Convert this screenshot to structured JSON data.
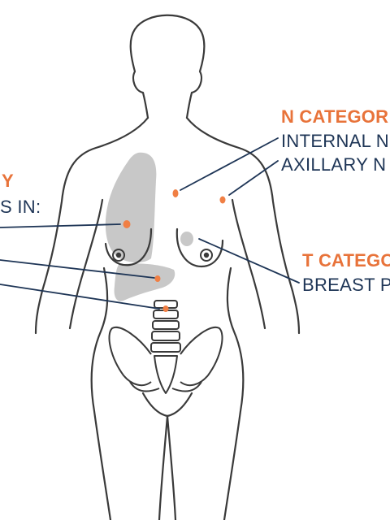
{
  "n_category": {
    "title": "N CATEGOR",
    "items": [
      "INTERNAL N",
      "AXILLARY N"
    ]
  },
  "t_category": {
    "title": "T CATEGO",
    "items": [
      "BREAST P"
    ]
  },
  "m_category": {
    "title": "Y",
    "subtitle": "S IN:"
  },
  "colors": {
    "outline": "#3a3a3a",
    "organ_fill": "#c8c8c8",
    "marker": "#f07f44",
    "leader_line": "#1e3556",
    "heading": "#e8733a",
    "body_text": "#1e3556"
  }
}
